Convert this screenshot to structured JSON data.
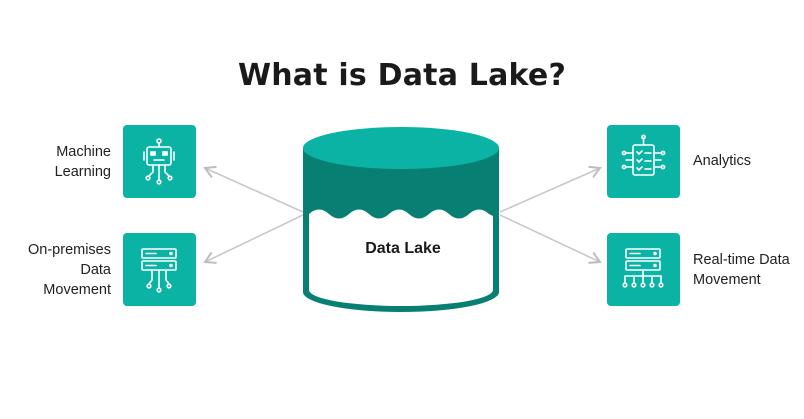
{
  "title": "What is Data Lake?",
  "center": {
    "label": "Data Lake"
  },
  "nodes": {
    "machine_learning": {
      "line1": "Machine",
      "line2": "Learning",
      "icon": "robot-icon"
    },
    "on_premises": {
      "line1": "On-premises",
      "line2": "Data",
      "line3": "Movement",
      "icon": "server-icon"
    },
    "analytics": {
      "line1": "Analytics",
      "icon": "report-chip-icon"
    },
    "realtime": {
      "line1": "Real-time Data",
      "line2": "Movement",
      "icon": "server-network-icon"
    }
  },
  "colors": {
    "accent": "#0bb3a5",
    "dark": "#087f73",
    "arrow": "#c8c8c8",
    "title": "#1a1a1a"
  }
}
